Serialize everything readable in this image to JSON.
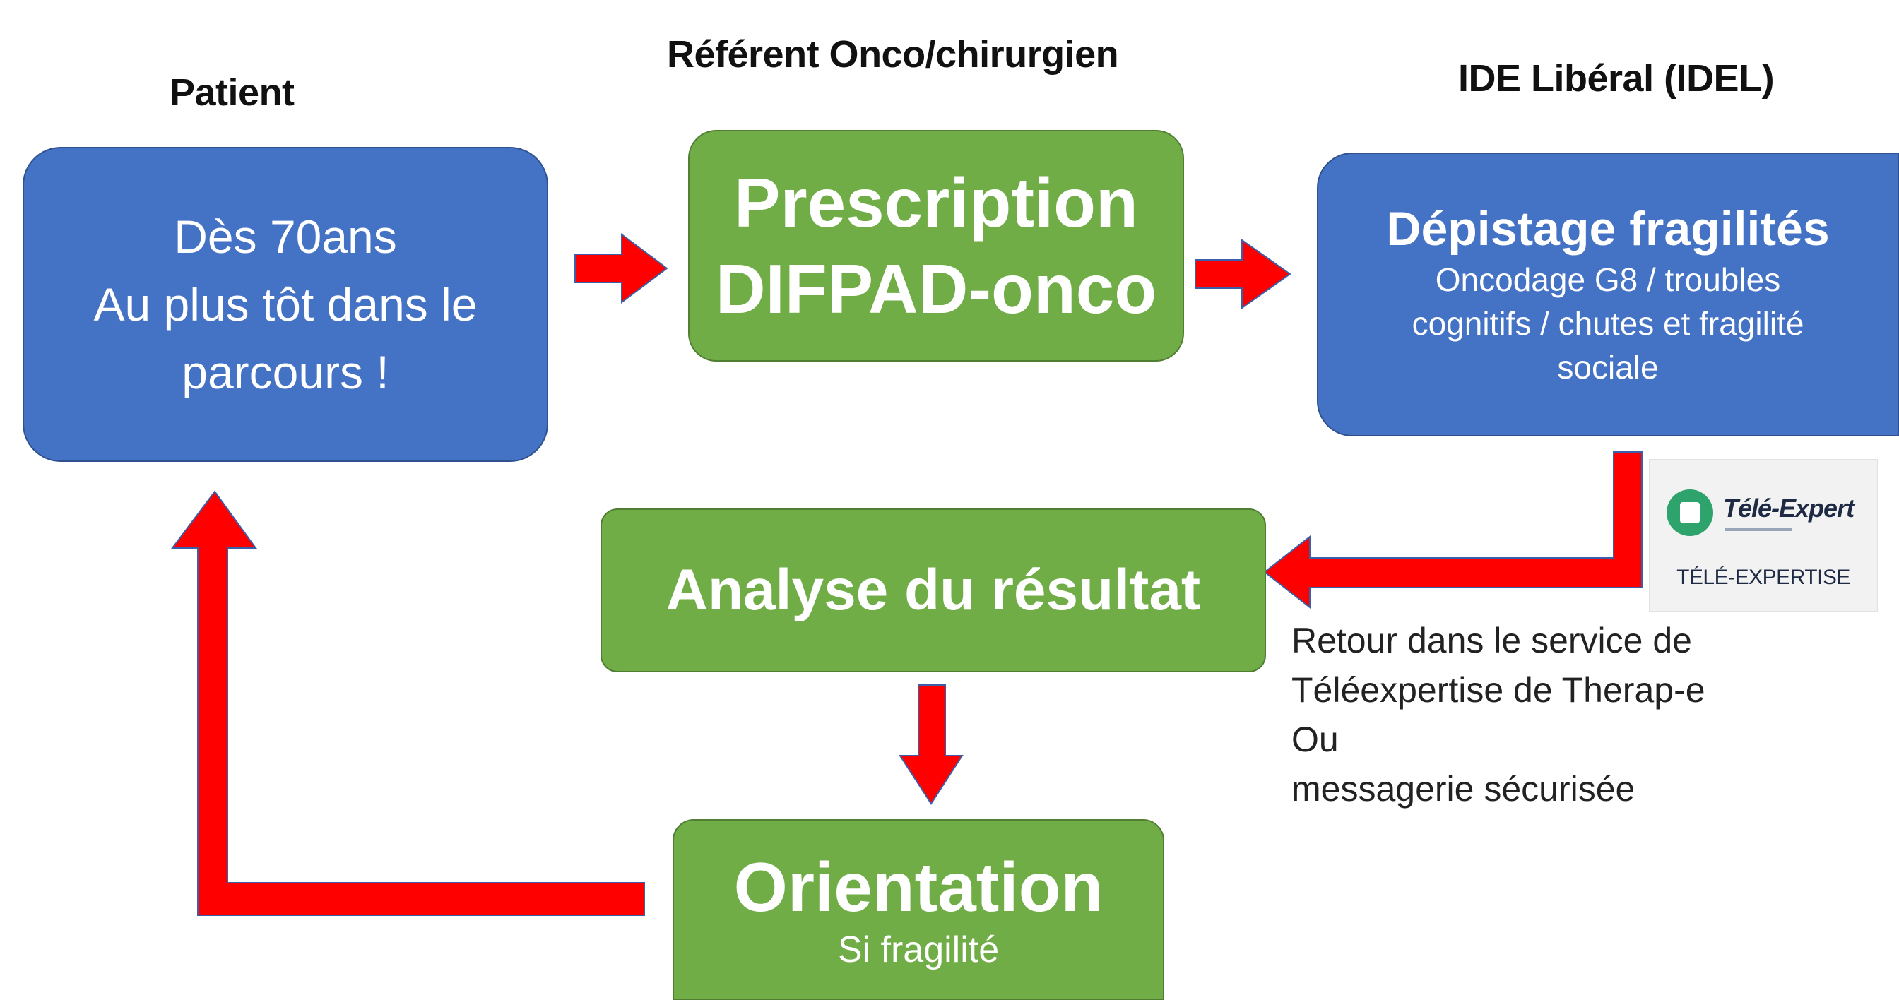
{
  "columns": {
    "patient": "Patient",
    "referent": "Référent Onco/chirurgien",
    "ide": "IDE Libéral (IDEL)"
  },
  "boxes": {
    "patient_box": {
      "line1": "Dès 70ans",
      "line2": "Au plus tôt dans le",
      "line3": "parcours !"
    },
    "prescription": {
      "line1": "Prescription",
      "line2": "DIFPAD-onco"
    },
    "depistage": {
      "title": "Dépistage fragilités",
      "line1": "Oncodage G8 / troubles",
      "line2": "cognitifs / chutes et fragilité",
      "line3": "sociale"
    },
    "analyse": {
      "title": "Analyse du résultat"
    },
    "orientation": {
      "title": "Orientation",
      "subtitle": "Si fragilité"
    }
  },
  "return_note": {
    "line1": "Retour dans le service de",
    "line2": "Téléexpertise de Therap-e",
    "line3": "Ou",
    "line4": "messagerie sécurisée"
  },
  "tele_expert": {
    "name": "Télé-Expert",
    "caption": "TÉLÉ-EXPERTISE"
  },
  "colors": {
    "blue_box": "#4472c4",
    "green_box": "#70ad47",
    "arrow": "#ff0000",
    "arrow_outline": "#3a5fa8"
  }
}
